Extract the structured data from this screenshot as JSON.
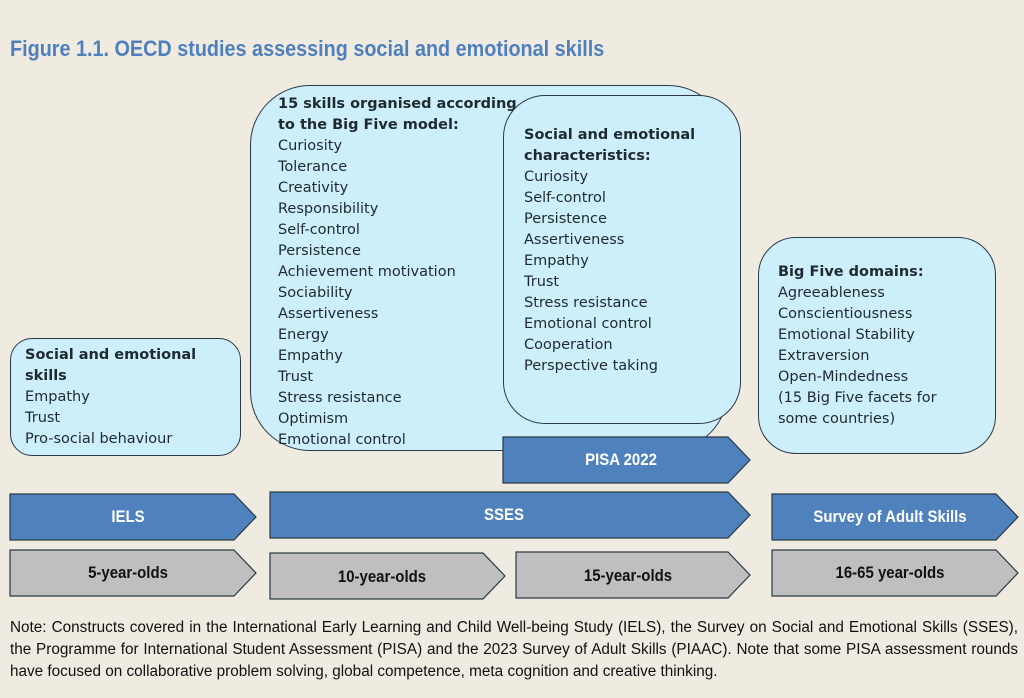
{
  "title": "Figure 1.1. OECD studies assessing social and emotional skills",
  "iels_box": {
    "heading": "Social and emotional skills",
    "items": [
      "Empathy",
      "Trust",
      "Pro-social behaviour"
    ]
  },
  "sses_box": {
    "heading": "15 skills organised according to the Big Five model:",
    "items": [
      "Curiosity",
      "Tolerance",
      "Creativity",
      "Responsibility",
      "Self-control",
      "Persistence",
      "Achievement motivation",
      "Sociability",
      "Assertiveness",
      "Energy",
      "Empathy",
      "Trust",
      "Stress resistance",
      "Optimism",
      "Emotional control"
    ]
  },
  "pisa_box": {
    "heading": "Social and emotional characteristics:",
    "items": [
      "Curiosity",
      "Self-control",
      "Persistence",
      "Assertiveness",
      "Empathy",
      "Trust",
      "Stress resistance",
      "Emotional control",
      "Cooperation",
      "Perspective taking"
    ]
  },
  "adult_box": {
    "heading": "Big Five domains:",
    "items": [
      "Agreeableness",
      "Conscientiousness",
      "Emotional Stability",
      "Extraversion",
      "Open-Mindedness",
      "(15 Big Five facets for some countries)"
    ]
  },
  "studies": {
    "pisa": "PISA 2022",
    "iels": "IELS",
    "sses": "SSES",
    "adult": "Survey of Adult Skills"
  },
  "ages": {
    "a5": "5-year-olds",
    "a10": "10-year-olds",
    "a15": "15-year-olds",
    "a16": "16-65 year-olds"
  },
  "note": "Note: Constructs covered in the International Early Learning and Child Well-being Study (IELS), the Survey on Social and Emotional Skills (SSES), the Programme for International Student Assessment (PISA) and the 2023 Survey of Adult Skills (PIAAC). Note that some PISA assessment rounds have focused on collaborative problem solving, global competence, meta cognition and creative thinking.",
  "colors": {
    "study": "#4f81bd",
    "age": "#bfbfbf",
    "box": "#cdeefb",
    "title": "#4f80bd"
  }
}
